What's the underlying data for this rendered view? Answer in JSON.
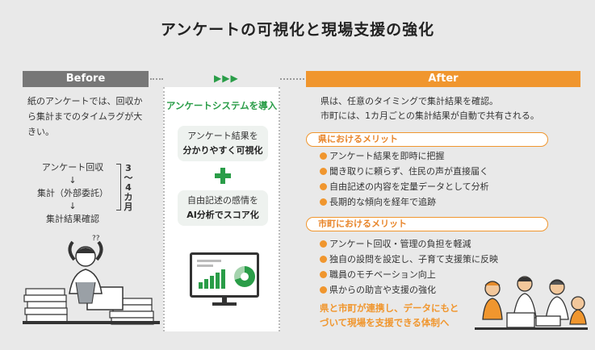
{
  "title": "アンケートの可視化と現場支援の強化",
  "before": {
    "label": "Before",
    "text": "紙のアンケートでは、回収から集計までのタイムラグが大きい。",
    "flow": [
      "アンケート回収",
      "↓",
      "集計（外部委託）",
      "↓",
      "集計結果確認"
    ],
    "duration": [
      "3",
      "〜",
      "4",
      "カ",
      "月"
    ]
  },
  "middle": {
    "arrows": "▶▶▶",
    "title": "アンケートシステムを導入",
    "box1": {
      "line1": "アンケート結果を",
      "line2": "分かりやすく可視化"
    },
    "box2": {
      "line1": "自由記述の感情を",
      "line2": "AI分析でスコア化"
    }
  },
  "after": {
    "label": "After",
    "text_line1": "県は、任意のタイミングで集計結果を確認。",
    "text_line2": "市町には、1カ月ごとの集計結果が自動で共有される。",
    "pref_heading": "県におけるメリット",
    "pref_items": [
      "アンケート結果を即時に把握",
      "聞き取りに頼らず、住民の声が直接届く",
      "自由記述の内容を定量データとして分析",
      "長期的な傾向を経年で追跡"
    ],
    "city_heading": "市町におけるメリット",
    "city_items": [
      "アンケート回収・管理の負担を軽減",
      "独自の設問を設定し、子育て支援策に反映",
      "職員のモチベーション向上",
      "県からの助言や支援の強化"
    ],
    "conclusion_line1": "県と市町が連携し、データにもと",
    "conclusion_line2": "づいて現場を支援できる体制へ"
  },
  "colors": {
    "accent": "#f0962e",
    "green": "#2a9d48",
    "gray_bar": "#777777",
    "background": "#e9e9e9"
  }
}
